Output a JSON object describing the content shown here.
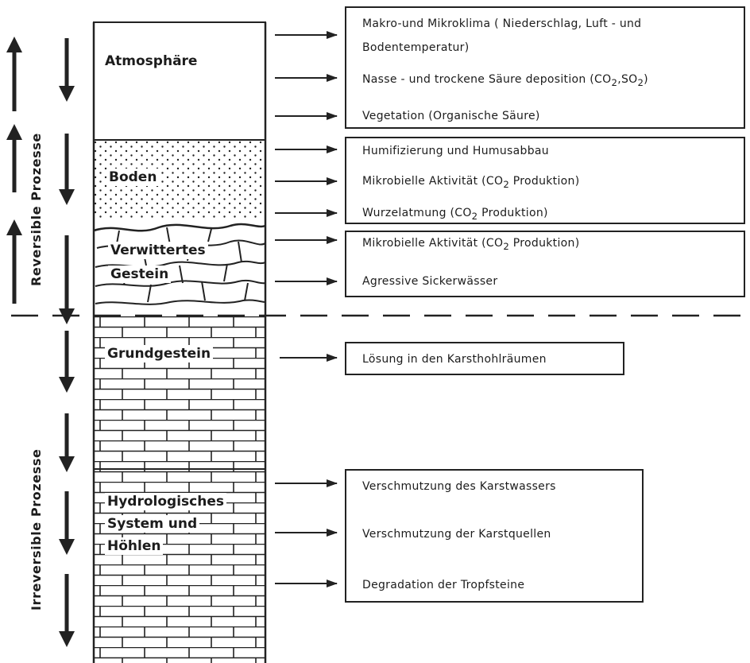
{
  "column": {
    "atmosphaere": "Atmosphäre",
    "boden": "Boden",
    "verwittertes_line1": "Verwittertes",
    "verwittertes_line2": "Gestein",
    "grundgestein": "Grundgestein",
    "hydro_line1": "Hydrologisches",
    "hydro_line2": "System und",
    "hydro_line3": "Höhlen"
  },
  "side_labels": {
    "reversible": "Reversible Prozesse",
    "irreversible": "Irreversible Prozesse"
  },
  "groups": [
    {
      "items": [
        {
          "line1": "Makro-und Mikroklima ( Niederschlag, Luft - und",
          "line2": "Bodentemperatur)"
        },
        {
          "text": "Nasse - und trockene Säure deposition (CO",
          "sub": "2",
          "mid": ",SO",
          "sub2": "2",
          "tail": ")"
        },
        {
          "text": "Vegetation (Organische Säure)"
        }
      ]
    },
    {
      "items": [
        {
          "text": "Humifizierung und Humusabbau"
        },
        {
          "text": "Mikrobielle Aktivität (CO",
          "sub": "2",
          "tail": " Produktion)"
        },
        {
          "text": "Wurzelatmung (CO",
          "sub": "2",
          "tail": " Produktion)"
        }
      ]
    },
    {
      "items": [
        {
          "text": "Mikrobielle Aktivität (CO",
          "sub": "2",
          "tail": " Produktion)"
        },
        {
          "text": "Agressive Sickerwässer"
        }
      ]
    },
    {
      "items": [
        {
          "text": "Lösung in den Karsthohlräumen"
        }
      ]
    },
    {
      "items": [
        {
          "text": "Verschmutzung des Karstwassers"
        },
        {
          "text": "Verschmutzung der Karstquellen"
        },
        {
          "text": "Degradation der Tropfsteine"
        }
      ]
    }
  ]
}
